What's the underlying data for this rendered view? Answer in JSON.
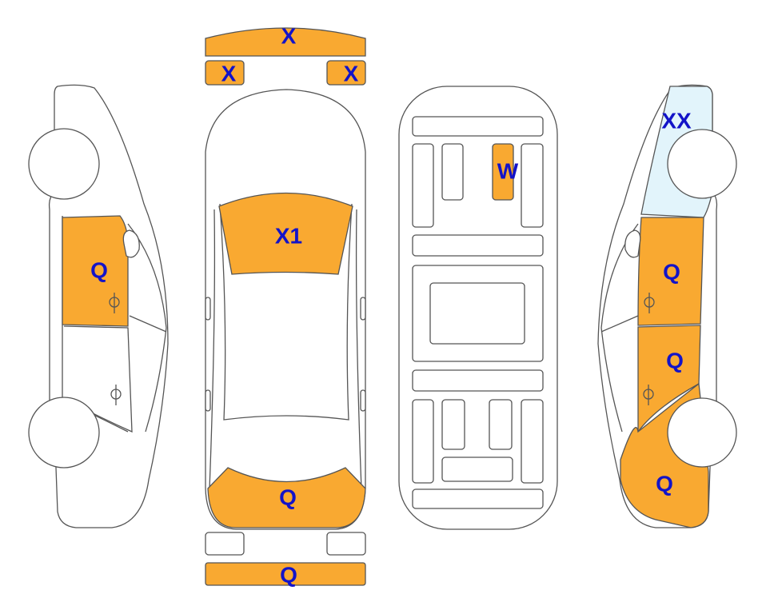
{
  "colors": {
    "damage_orange": "#F9A931",
    "highlight_light_blue": "#E2F4FB",
    "label_blue": "#1313C8",
    "outline": "#555555"
  },
  "labels": {
    "bumper_front": "X",
    "headlight_left": "X",
    "headlight_right": "X",
    "hood": "X1",
    "interior_seat": "W",
    "left_front_door": "Q",
    "right_front_fender": "XX",
    "right_front_door": "Q",
    "right_rear_door": "Q",
    "right_rear_quarter": "Q",
    "trunk": "Q",
    "bumper_rear": "Q"
  }
}
